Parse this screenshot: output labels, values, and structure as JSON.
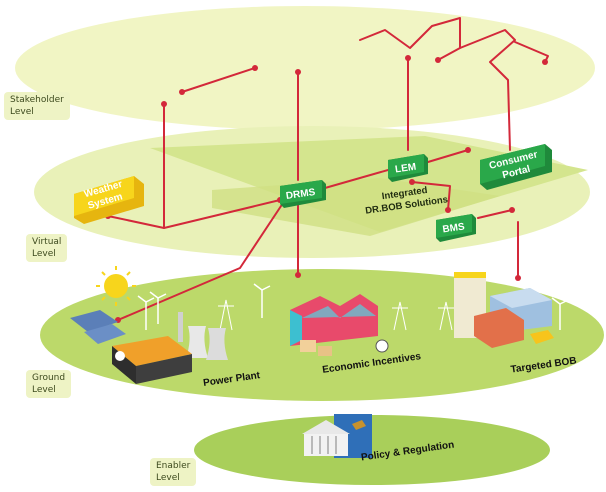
{
  "levels": {
    "stakeholder": {
      "line1": "Stakeholder",
      "line2": "Level"
    },
    "virtual": {
      "line1": "Virtual",
      "line2": "Level"
    },
    "ground": {
      "line1": "Ground",
      "line2": "Level"
    },
    "enabler": {
      "line1": "Enabler",
      "line2": "Level"
    }
  },
  "virtual_boxes": {
    "weather": {
      "line1": "Weather",
      "line2": "System"
    },
    "drms": "DRMS",
    "lem": "LEM",
    "consumer": {
      "line1": "Consumer",
      "line2": "Portal"
    },
    "bms": "BMS"
  },
  "platform": {
    "line1": "Integrated",
    "line2": "DR.BOB Solutions"
  },
  "ground_labels": {
    "power_plant": "Power Plant",
    "economic_incentives": "Economic Incentives",
    "targeted_bob": "Targeted BOB"
  },
  "enabler_labels": {
    "policy": "Policy & Regulation"
  },
  "colors": {
    "stakeholder_layer": "#f1f5c4",
    "virtual_layer": "#e9f1b8",
    "ground_layer": "#bcd96a",
    "enabler_layer": "#a9cf5a",
    "platform": "#d4e58e",
    "green_box": "#2aa84a",
    "weather_box": "#f7d51c",
    "connector": "#d3283a"
  }
}
